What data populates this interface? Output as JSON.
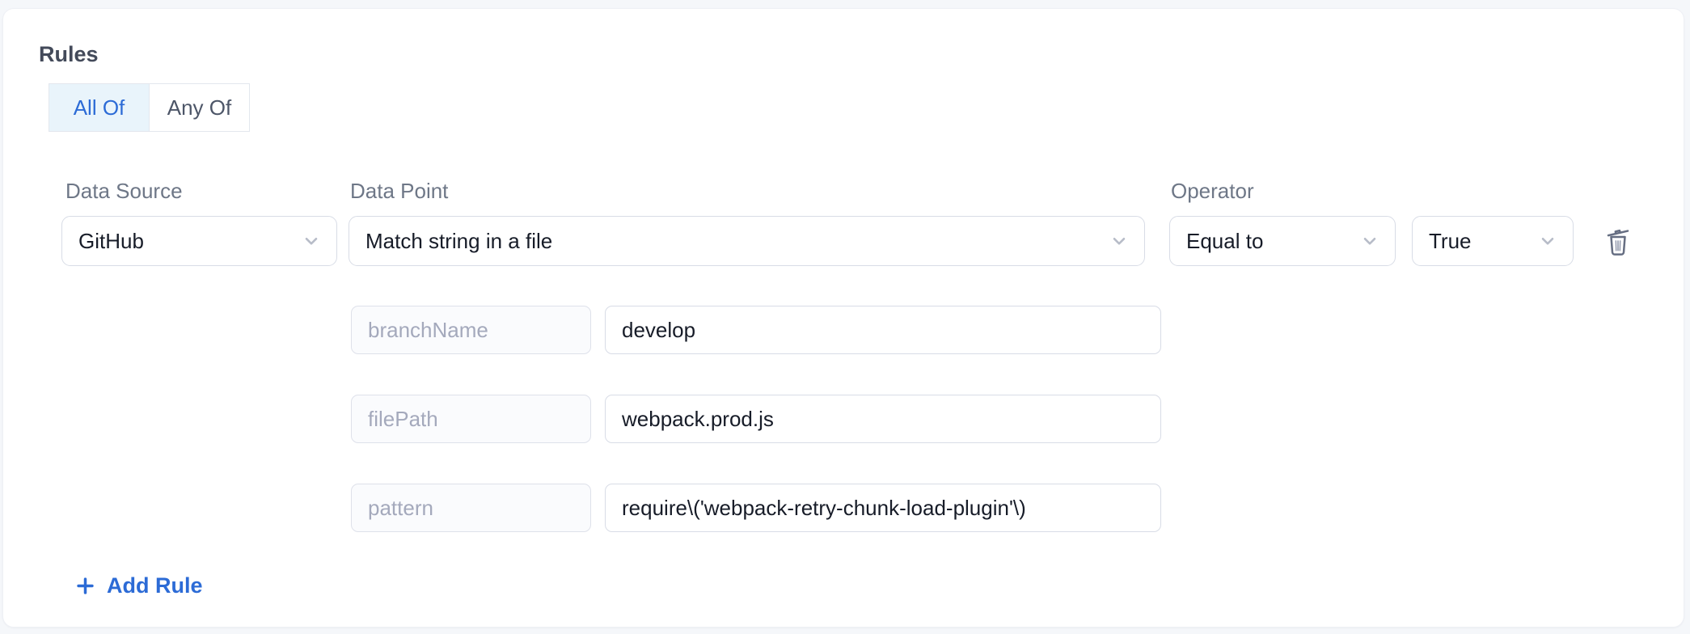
{
  "rules": {
    "title": "Rules",
    "match_modes": [
      {
        "label": "All Of",
        "active": true
      },
      {
        "label": "Any Of",
        "active": false
      }
    ],
    "rule": {
      "data_source": {
        "label": "Data Source",
        "value": "GitHub"
      },
      "data_point": {
        "label": "Data Point",
        "value": "Match string in a file"
      },
      "operator": {
        "label": "Operator",
        "value": "Equal to"
      },
      "operator_value": {
        "value": "True"
      },
      "params": [
        {
          "key": "branchName",
          "value": "develop"
        },
        {
          "key": "filePath",
          "value": "webpack.prod.js"
        },
        {
          "key": "pattern",
          "value": "require\\('webpack-retry-chunk-load-plugin'\\)"
        }
      ]
    },
    "add_rule_label": "Add Rule"
  },
  "icons": {
    "dropdown": "chevron-down-icon",
    "delete": "trash-icon",
    "add": "plus-icon"
  },
  "colors": {
    "accent_blue": "#2c6bd6",
    "active_segment_bg": "#e9f4fb",
    "label_gray": "#6e7787",
    "text_dark": "#171c28",
    "border_gray": "#d8dce6",
    "key_text_gray": "#a4a9bc",
    "icon_gray": "#666e82",
    "page_bg": "#f5f7fa"
  }
}
